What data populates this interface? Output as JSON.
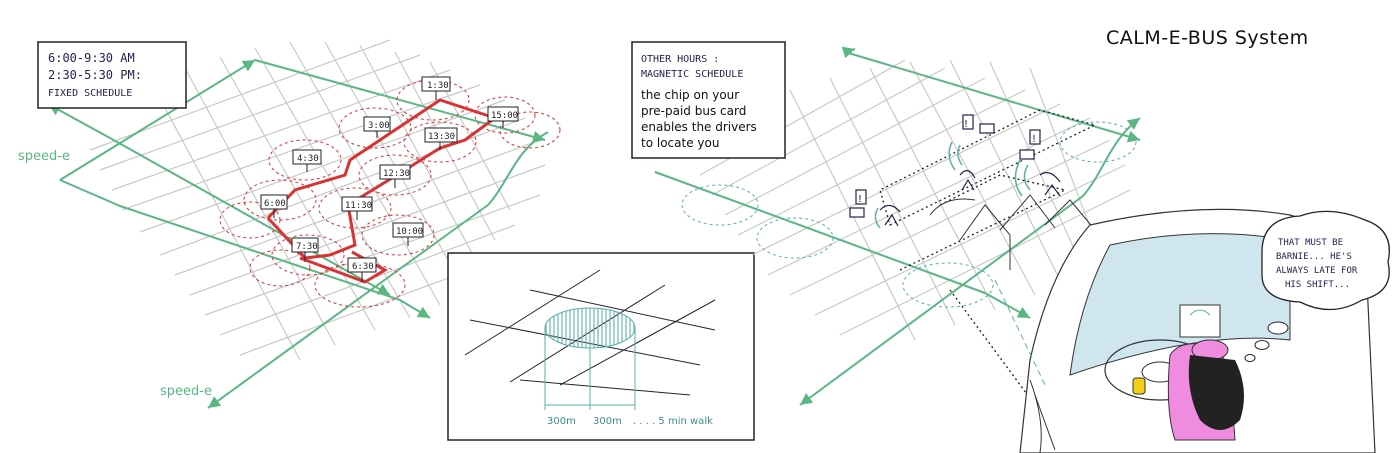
{
  "title": "CALM-E-BUS System",
  "left_panel": {
    "schedule_box": {
      "line1": "6:00-9:30 AM",
      "line2": "2:30-5:30 PM:",
      "line3": "FIXED SCHEDULE"
    },
    "speed_labels": [
      "speed-e",
      "speed-e"
    ],
    "time_tags": [
      "1:30",
      "15:00",
      "3:00",
      "13:30",
      "4:30",
      "12:30",
      "6:00",
      "11:30",
      "10:00",
      "7:30",
      "6:30"
    ]
  },
  "inset": {
    "labels": [
      "300m",
      "300m",
      ". . . . 5 min walk"
    ]
  },
  "right_panel": {
    "info_box": {
      "heading1": "OTHER HOURS :",
      "heading2": "MAGNETIC SCHEDULE",
      "body": [
        "the chip on your",
        "pre-paid bus card",
        "enables the drivers",
        "to locate you"
      ]
    },
    "thought_bubble": [
      "THAT MUST BE",
      "BARNIE... HE'S",
      "ALWAYS LATE FOR",
      "HIS SHIFT..."
    ]
  },
  "colors": {
    "route": "#d83232",
    "axis": "#5ab783",
    "grid": "#c7c7c7",
    "ink": "#1e2150",
    "pink": "#f08ce0",
    "yellow": "#f2d018",
    "glass": "#cfe6ee"
  }
}
